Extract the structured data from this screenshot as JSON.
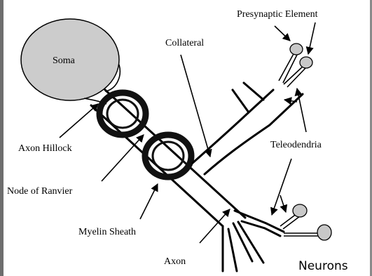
{
  "labels": {
    "soma": "Soma",
    "collateral": "Collateral",
    "presynaptic": "Presynaptic Element",
    "axon_hillock": "Axon Hillock",
    "node_of_ranvier": "Node of Ranvier",
    "myelin_sheath": "Myelin Sheath",
    "axon": "Axon",
    "teleodendria": "Teleodendria"
  },
  "caption": "Neurons",
  "colors": {
    "soma_fill": "#cccccc",
    "terminal_fill": "#c8c8c8",
    "sheath": "#111111",
    "border": "#6e6e6e"
  }
}
